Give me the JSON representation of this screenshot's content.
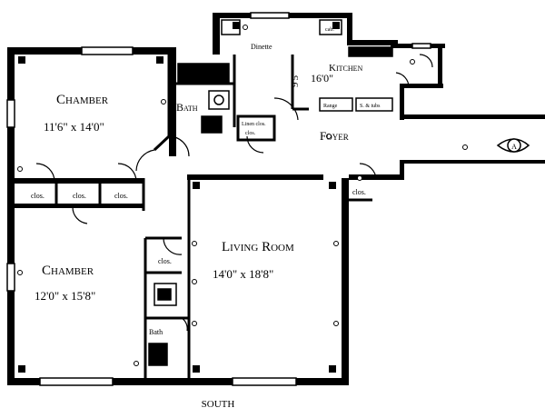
{
  "rooms": {
    "chamber_top": {
      "name": "Chamber",
      "dims": "11'6\" x 14'0\""
    },
    "chamber_bottom": {
      "name": "Chamber",
      "dims": "12'0\" x 15'8\""
    },
    "living_room": {
      "name": "Living Room",
      "dims": "14'0\" x 18'8\""
    },
    "dinette": {
      "name": "Dinette"
    },
    "kitchen": {
      "name": "Kitchen",
      "dims": "16'0\"",
      "dims_side": "9'5\""
    },
    "bath_top": {
      "name": "Bath"
    },
    "bath_bottom": {
      "name": "Bath"
    },
    "foyer": {
      "name": "Foyer"
    }
  },
  "closets": [
    "clos.",
    "clos.",
    "clos.",
    "clos.",
    "clos.",
    "clos."
  ],
  "linen": "Linen clos.",
  "fixtures": {
    "range": "Range",
    "sink": "S. & tubs",
    "cabinet": "cab."
  },
  "compass": {
    "label": "SOUTH"
  },
  "entry_marker": "A"
}
